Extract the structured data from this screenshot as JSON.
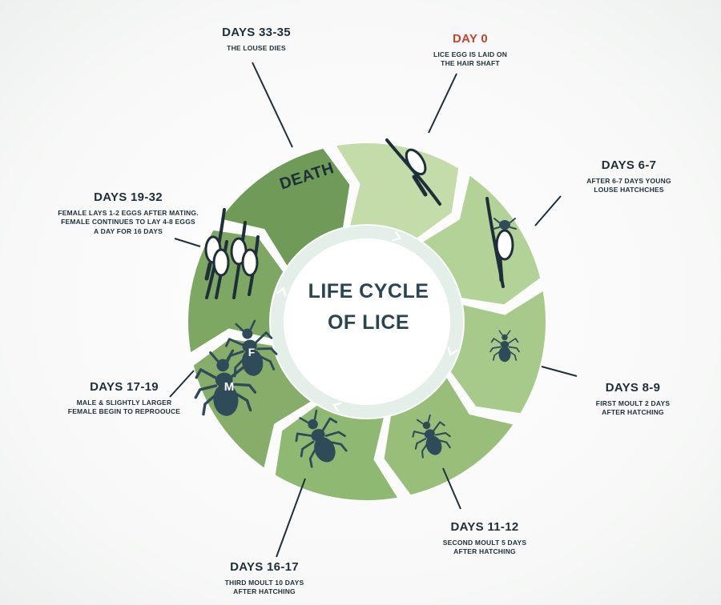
{
  "center": {
    "line1": "LIFE CYCLE",
    "line2": "OF LICE"
  },
  "stages": [
    {
      "head": "DAY 0",
      "desc": [
        "LICE EGG IS LAID ON",
        "THE HAIR SHAFT"
      ]
    },
    {
      "head": "DAYS 6-7",
      "desc": [
        "AFTER 6-7 DAYS YOUNG",
        "LOUSE HATCHCHES"
      ]
    },
    {
      "head": "DAYS 8-9",
      "desc": [
        "FIRST MOULT 2 DAYS",
        "AFTER HATCHING"
      ]
    },
    {
      "head": "DAYS 11-12",
      "desc": [
        "SECOND  MOULT 5 DAYS",
        "AFTER HATCHING"
      ]
    },
    {
      "head": "DAYS 16-17",
      "desc": [
        "THIRD MOULT 10 DAYS",
        "AFTER HATCHING"
      ]
    },
    {
      "head": "DAYS 17-19",
      "desc": [
        "MALE & SLIGHTLY LARGER",
        "FEMALE BEGIN TO REPROOUCE"
      ]
    },
    {
      "head": "DAYS 19-32",
      "desc": [
        "FEMALE  LAYS 1-2 EGGS AFTER MATING.",
        "FEMALE CONTINUES TO LAY 4-8 EGGS",
        "A DAY FOR 16 DAYS"
      ]
    },
    {
      "head": "DAYS 33-35",
      "desc": [
        "THE LOUSE DIES"
      ]
    }
  ],
  "segment_text": {
    "death": "DEATH"
  },
  "badges": {
    "male": "M",
    "female": "F"
  },
  "colors": {
    "accent": "#c6422b",
    "ink": "#1f2f39",
    "title": "#2a4552",
    "segments": [
      "#c3dcaa",
      "#b3d297",
      "#a7ca8a",
      "#98be7a",
      "#8fb873",
      "#86ad69",
      "#7ea764",
      "#6f9a58"
    ],
    "bug": "#2f4a58",
    "ring": "#e3efe8"
  }
}
